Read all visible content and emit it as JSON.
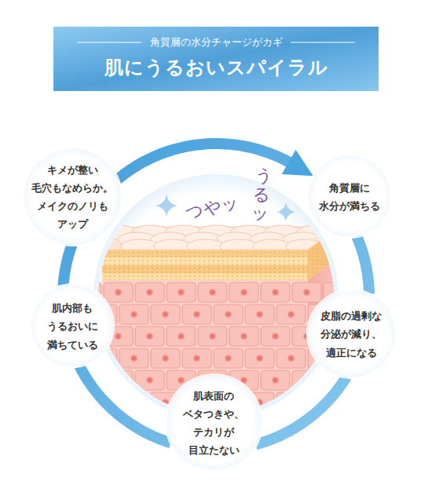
{
  "diagram": {
    "title": "肌にうるおいスパイラル",
    "nodes": [
      {
        "text": [
          "キメが整い 毛穴もなめらか。 メイクのノリも アップ"
        ]
      },
      {
        "text": [
          "角質層に 水分が満ちる"
        ]
      },
      {
        "text": [
          "肌内部も うるおいに 満ちている"
        ]
      },
      {
        "text": [
          "皮脂の過剰な 分泌が減り、 適正になる"
        ]
      },
      {
        "text": [
          "肌表面の ベタつきや、 テカリが 目立たない"
        ]
      }
    ],
    "edges": [
      {
        "from": 0,
        "to": 1,
        "arrow": "to"
      },
      {
        "from": 1,
        "to": 3,
        "arrow": "none"
      },
      {
        "from": 3,
        "to": 4,
        "arrow": "none"
      },
      {
        "from": 4,
        "to": 2,
        "arrow": "none"
      },
      {
        "from": 2,
        "to": 0,
        "arrow": "none"
      }
    ],
    "labels": [
      "角質層の水分チャージがカギ",
      "つやッ",
      "うるッ"
    ]
  }
}
